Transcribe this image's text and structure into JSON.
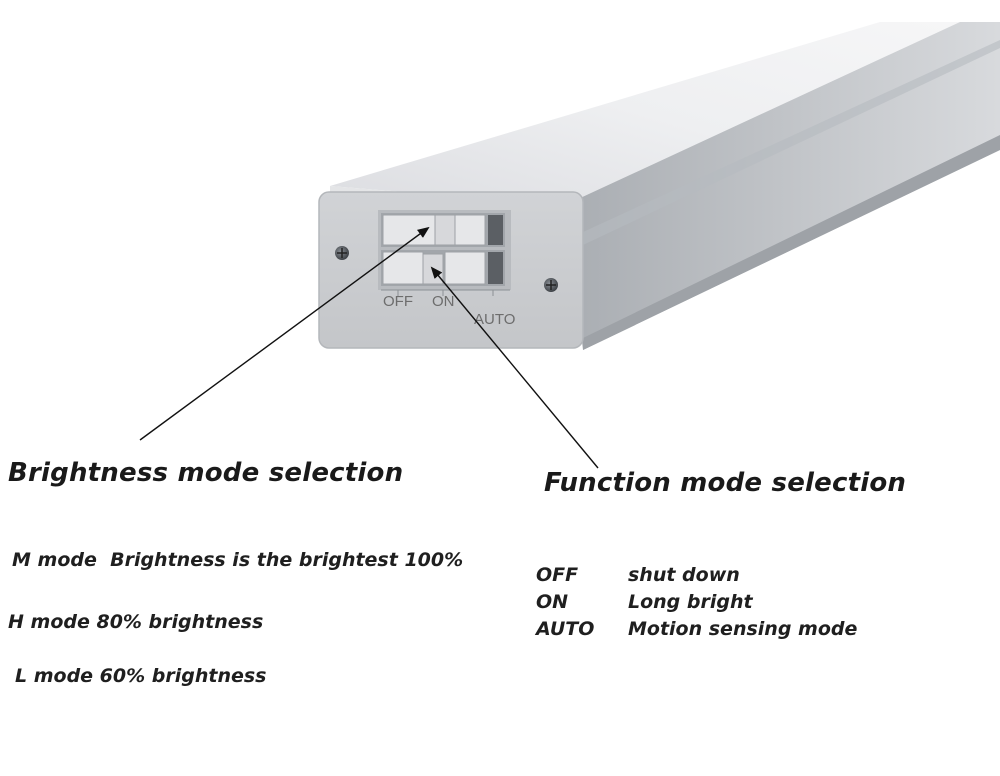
{
  "switch_labels": {
    "off": "OFF",
    "on": "ON",
    "auto": "AUTO"
  },
  "brightness": {
    "title": "Brightness mode selection",
    "modes": [
      {
        "text": "M mode  Brightness is the brightest 100%"
      },
      {
        "text": "H mode 80% brightness"
      },
      {
        "text": "L mode 60% brightness"
      }
    ]
  },
  "function": {
    "title": "Function mode selection",
    "modes": [
      {
        "key": "OFF",
        "desc": "shut down"
      },
      {
        "key": "ON",
        "desc": "Long bright"
      },
      {
        "key": "AUTO",
        "desc": "Motion sensing mode"
      }
    ]
  }
}
